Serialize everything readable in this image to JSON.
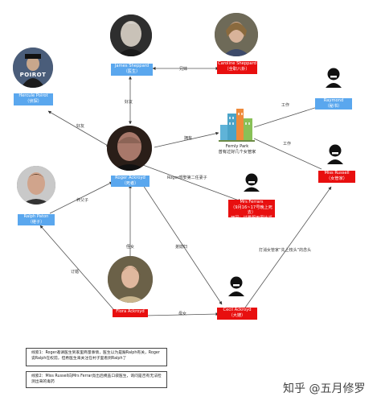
{
  "nodes": {
    "hercule": {
      "name": "Hercule Poirot",
      "role": "（侦探）"
    },
    "james": {
      "name": "James Sheppard",
      "role": "（医生）"
    },
    "caroline": {
      "name": "Caroline Sheppard",
      "role": "（全职八卦）"
    },
    "ferrars_park": {
      "name": "Fernly Park",
      "role": "曾有过好几个女管家"
    },
    "raymond": {
      "name": "Raymond",
      "role": "（秘书）"
    },
    "roger": {
      "name": "Roger Ackroyd",
      "role": "（死者）"
    },
    "russell": {
      "name": "Miss Russell",
      "role": "（女管家）"
    },
    "ralph": {
      "name": "Ralph Paton",
      "role": "（继子）"
    },
    "mrs_ferrars": {
      "name": "Mrs Ferrars",
      "role": "（9月16~17号晚上死去）",
      "extra": "死因：过量服用巴比妥"
    },
    "flora": {
      "name": "Flora Ackroyd",
      "role": ""
    },
    "cecil": {
      "name": "Cecil Ackroyd",
      "role": "（大嫂）"
    }
  },
  "poster_text": "POIROT",
  "edges": {
    "james_caroline": "兄妹",
    "james_roger": "好友",
    "hercule_roger": "好友",
    "roger_park": "拥有",
    "raymond_park": "工作",
    "russell_park": "工作",
    "roger_ferrars": "Roger想娶第二任妻子",
    "ralph_roger": "养父子",
    "roger_flora": "侄女",
    "roger_cecil": "弟媳妇",
    "ralph_flora": "订婚",
    "flora_cecil": "母女",
    "russell_cecil": "打消女管家“先上枝头”的念头"
  },
  "notes": {
    "line1": "线索1：Roger邀请医生到家里商量事情，医生以为是跟Ralph有关，Roger说Ralph在权前，但希医生来关注在村子里看到Ralph了",
    "line2": "线索2：Miss Russell向Mrs Ferrar亮出后掩盖口袋医生，询问是否有无法检测出来的毒药"
  },
  "watermark": "知乎 @五月修罗"
}
